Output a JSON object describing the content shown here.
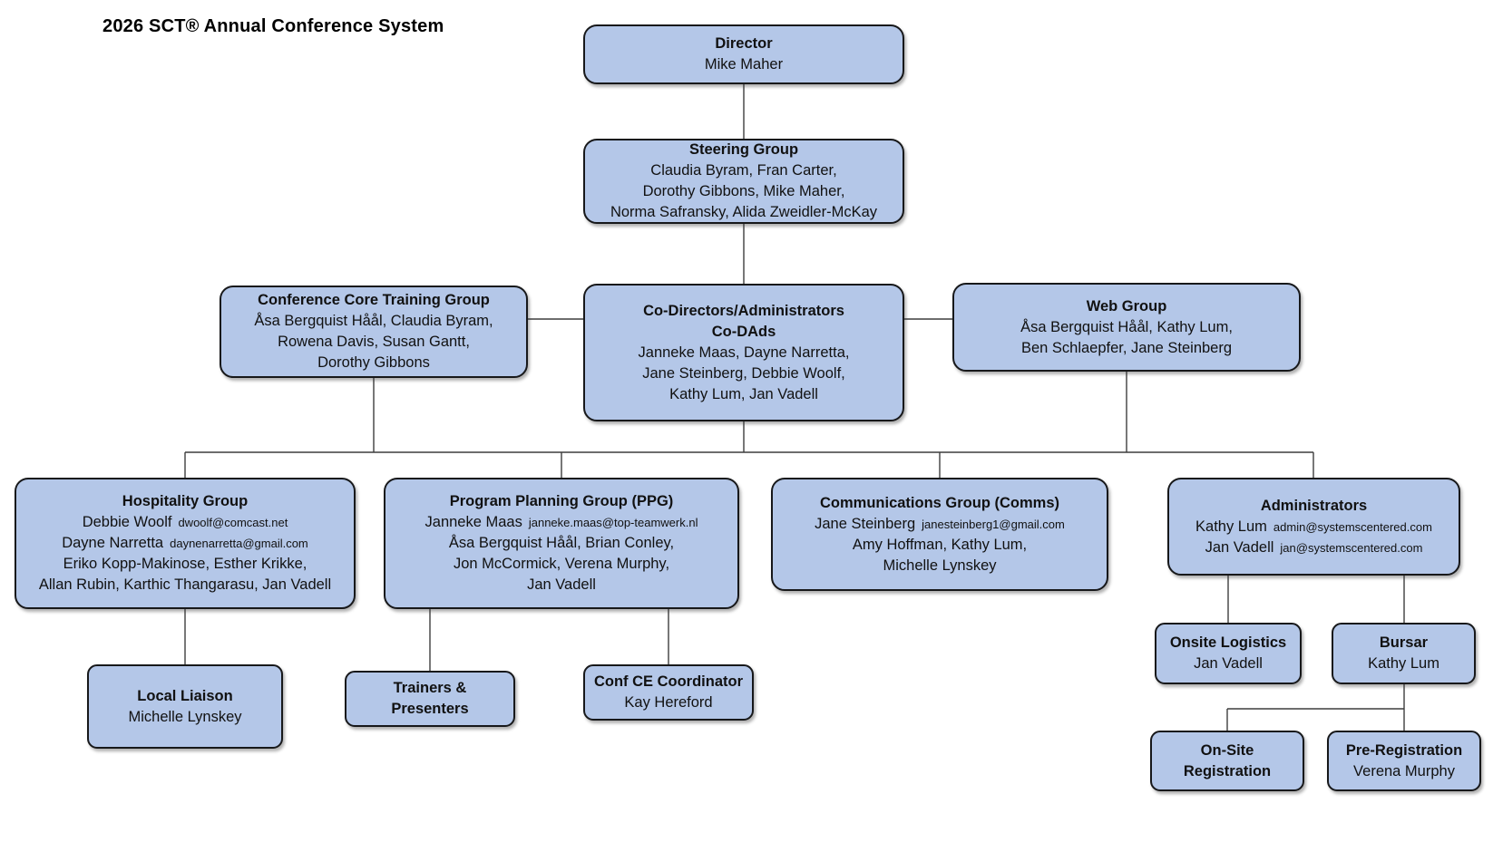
{
  "title": "2026 SCT® Annual Conference System",
  "colors": {
    "box_fill": "#b4c7e8",
    "box_border": "#17181a",
    "connector": "#3d3d3d",
    "text": "#111111"
  },
  "nodes": {
    "director": {
      "title": "Director",
      "members": [
        "Mike Maher"
      ]
    },
    "steering": {
      "title": "Steering Group",
      "members": [
        "Claudia Byram, Fran Carter,",
        "Dorothy Gibbons, Mike Maher,",
        "Norma Safransky, Alida Zweidler-McKay"
      ]
    },
    "core_training": {
      "title": "Conference Core Training Group",
      "members": [
        "Åsa Bergquist Håål, Claudia Byram,",
        "Rowena Davis, Susan Gantt,",
        "Dorothy Gibbons"
      ]
    },
    "codads": {
      "title": "Co-Directors/Administrators",
      "subtitle": "Co-DAds",
      "members": [
        "Janneke Maas, Dayne Narretta,",
        "Jane Steinberg, Debbie Woolf,",
        "Kathy Lum, Jan Vadell"
      ]
    },
    "web": {
      "title": "Web Group",
      "members": [
        "Åsa Bergquist Håål, Kathy Lum,",
        "Ben Schlaepfer, Jane Steinberg"
      ]
    },
    "hospitality": {
      "title": "Hospitality Group",
      "lead1_name": "Debbie Woolf",
      "lead1_email": "dwoolf@comcast.net",
      "lead2_name": "Dayne Narretta",
      "lead2_email": "daynenarretta@gmail.com",
      "members": [
        "Eriko Kopp-Makinose, Esther Krikke,",
        "Allan Rubin, Karthic Thangarasu, Jan Vadell"
      ]
    },
    "ppg": {
      "title": "Program Planning Group (PPG)",
      "lead1_name": "Janneke Maas",
      "lead1_email": "janneke.maas@top-teamwerk.nl",
      "members": [
        "Åsa Bergquist Håål, Brian Conley,",
        "Jon McCormick, Verena Murphy,",
        "Jan Vadell"
      ]
    },
    "comms": {
      "title": "Communications Group (Comms)",
      "lead1_name": "Jane Steinberg",
      "lead1_email": "janesteinberg1@gmail.com",
      "members": [
        "Amy Hoffman, Kathy Lum,",
        "Michelle Lynskey"
      ]
    },
    "admin": {
      "title": "Administrators",
      "lead1_name": "Kathy Lum",
      "lead1_email": "admin@systemscentered.com",
      "lead2_name": "Jan Vadell",
      "lead2_email": "jan@systemscentered.com"
    },
    "local_liaison": {
      "title": "Local Liaison",
      "members": [
        "Michelle Lynskey"
      ]
    },
    "trainers": {
      "title": "Trainers &",
      "title2": "Presenters"
    },
    "conf_ce": {
      "title": "Conf CE Coordinator",
      "members": [
        "Kay Hereford"
      ]
    },
    "onsite_logistics": {
      "title": "Onsite Logistics",
      "members": [
        "Jan Vadell"
      ]
    },
    "bursar": {
      "title": "Bursar",
      "members": [
        "Kathy Lum"
      ]
    },
    "onsite_reg": {
      "title": "On-Site",
      "title2": "Registration"
    },
    "prereg": {
      "title": "Pre-Registration",
      "members": [
        "Verena Murphy"
      ]
    }
  }
}
